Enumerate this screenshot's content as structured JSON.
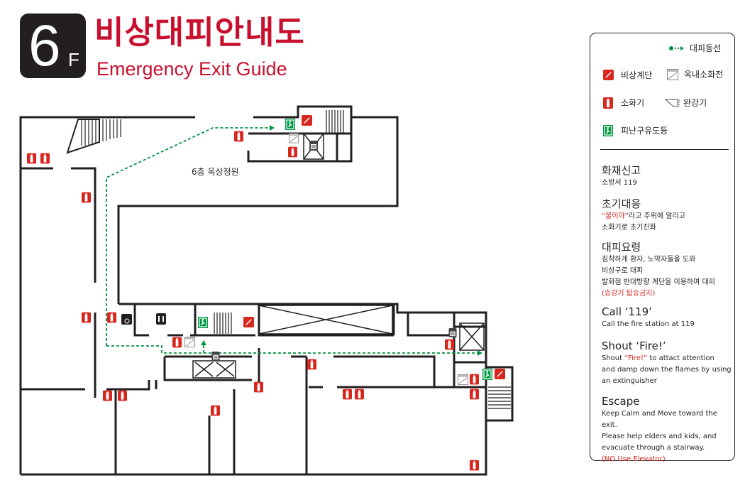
{
  "header": {
    "floor_number": "6",
    "floor_suffix": "F",
    "title_ko": "비상대피안내도",
    "title_en": "Emergency Exit Guide"
  },
  "plan": {
    "area_label": "6층 옥상정원"
  },
  "legend": {
    "items": {
      "evac_route": "대피동선",
      "emergency_stairs": "비상계단",
      "indoor_hydrant": "옥내소화전",
      "extinguisher": "소화기",
      "descending_device": "완강기",
      "exit_light": "피난구유도등"
    },
    "sections": [
      {
        "title": "화재신고",
        "lines": [
          "소방서 119"
        ]
      },
      {
        "title": "초기대응",
        "highlight": "“불이야”",
        "lines": [
          "라고 주위에 알리고",
          "소화기로 초기진화"
        ]
      },
      {
        "title": "대피요령",
        "lines": [
          "침착하게 환자, 노약자들을 도와",
          "비상구로 대피",
          "발화점 반대방향 계단을 이용하여 대피"
        ],
        "warning": "(승강기 탑승금지)"
      },
      {
        "title": "Call ‘119’",
        "lines": [
          "Call the fire station at 119"
        ]
      },
      {
        "title": "Shout ‘Fire!’",
        "prefix": "Shout ",
        "highlight": "“Fire!”",
        "lines": [
          " to attact attention",
          "and damp down the flames by using",
          "an extinguisher"
        ]
      },
      {
        "title": "Escape",
        "lines": [
          "Keep Calm and Move toward the exit.",
          "Please help elders and kids, and",
          "evacuate through a stairway."
        ],
        "warning": "(NO Use Elevator)"
      }
    ]
  },
  "colors": {
    "brand_red": "#c8102e",
    "wall": "#231f20",
    "exit_green": "#009a44",
    "route_green": "#00923f"
  }
}
